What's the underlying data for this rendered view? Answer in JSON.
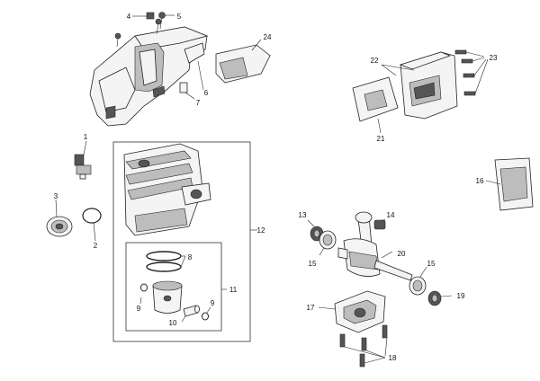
{
  "callouts": {
    "c1": "1",
    "c2": "2",
    "c3": "3",
    "c4": "4",
    "c5": "5",
    "c6": "6",
    "c7": "7",
    "c8": "8",
    "c9a": "9",
    "c9b": "9",
    "c10": "10",
    "c11": "11",
    "c12": "12",
    "c13": "13",
    "c14": "14",
    "c15a": "15",
    "c15b": "15",
    "c16": "16",
    "c17": "17",
    "c18": "18",
    "c19": "19",
    "c20": "20",
    "c21": "21",
    "c22": "22",
    "c23": "23",
    "c24": "24"
  },
  "colors": {
    "line": "#222222",
    "fill": "#f4f4f4",
    "shade": "#bdbdbd",
    "dark": "#555555"
  }
}
